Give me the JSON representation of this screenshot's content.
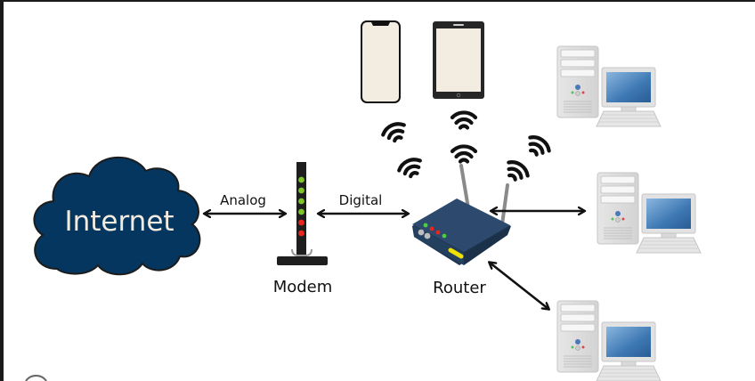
{
  "diagram": {
    "title": "Home network: Internet to devices",
    "nodes": {
      "internet": {
        "label": "Internet",
        "color": "#04365f",
        "text_color": "#f2ece0"
      },
      "modem": {
        "label": "Modem",
        "leds": [
          "green",
          "green",
          "green",
          "green",
          "red",
          "red"
        ]
      },
      "router": {
        "label": "Router",
        "color": "#26405e"
      },
      "phone": {
        "label": ""
      },
      "tablet": {
        "label": ""
      },
      "pc_top": {
        "label": ""
      },
      "pc_middle": {
        "label": ""
      },
      "pc_bottom": {
        "label": ""
      }
    },
    "links": [
      {
        "from": "internet",
        "to": "modem",
        "label": "Analog",
        "type": "wired"
      },
      {
        "from": "modem",
        "to": "router",
        "label": "Digital",
        "type": "wired"
      },
      {
        "from": "router",
        "to": "pc_middle",
        "label": "",
        "type": "wired"
      },
      {
        "from": "router",
        "to": "pc_bottom",
        "label": "",
        "type": "wired"
      },
      {
        "from": "router",
        "to": "phone",
        "label": "",
        "type": "wireless"
      },
      {
        "from": "router",
        "to": "tablet",
        "label": "",
        "type": "wireless"
      },
      {
        "from": "router",
        "to": "pc_top",
        "label": "",
        "type": "wireless"
      }
    ],
    "colors": {
      "led_green": "#7dc52a",
      "led_red": "#e8261f",
      "screen": "#f3ede1",
      "pc_screen": "#3d78b3",
      "arrow": "#111111"
    }
  }
}
